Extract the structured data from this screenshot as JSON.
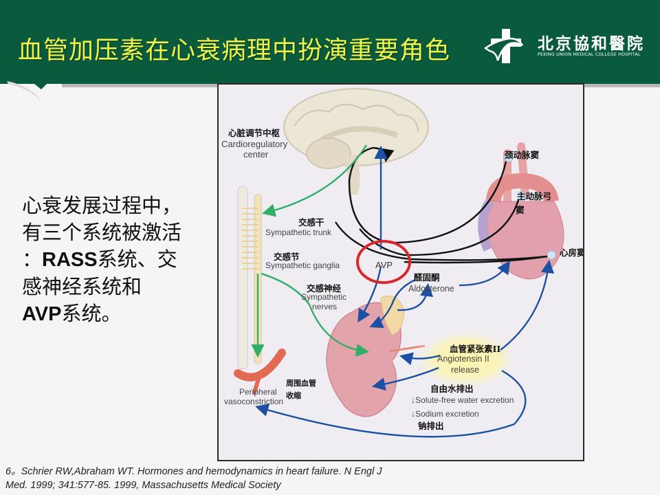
{
  "slide": {
    "title": "血管加压素在心衰病理中扮演重要角色",
    "logo": {
      "name_cn": "北京協和醫院",
      "name_en": "PEKING UNION MEDICAL COLLEGE HOSPITAL",
      "icon": "cross-swallow-logo-icon"
    },
    "body_text": {
      "lines": [
        {
          "text": "心衰发展过程中，"
        },
        {
          "text": "有三个系统被激活"
        },
        {
          "prefix": "：",
          "bold": "RASS",
          "suffix": "系统、交"
        },
        {
          "text": "感神经系统和"
        },
        {
          "bold": "AVP",
          "suffix": "系统。"
        }
      ]
    },
    "citation": {
      "line1": "6。Schrier RW,Abraham WT. Hormones and hemodynamics in heart failure. N Engl J",
      "line2": "Med. 1999; 341:577-85. 1999, Massachusetts Medical Society"
    }
  },
  "diagram": {
    "labels": {
      "cardioregulatory_cn": "心脏调节中枢",
      "cardioregulatory_en1": "Cardioregulatory",
      "cardioregulatory_en2": "center",
      "symp_trunk_cn": "交感干",
      "symp_trunk_en": "Sympathetic trunk",
      "symp_ganglia_cn": "交感节",
      "symp_ganglia_en": "Sympathetic ganglia",
      "symp_nerves_cn": "交感神经",
      "symp_nerves_en1": "Sympathetic",
      "symp_nerves_en2": "nerves",
      "avp": "AVP",
      "aldosterone_cn": "醛固酮",
      "aldosterone_en": "Aldosterone",
      "carotid_sinus_cn": "颈动脉窦",
      "aortic_arch_cn1": "主动脉弓",
      "aortic_arch_cn2": "窦",
      "atrial_cn": "心房窦",
      "angiotensin_cn": "血管紧张素II",
      "angiotensin_en1": "Angiotensin II",
      "angiotensin_en2": "release",
      "free_water_cn": "自由水排出",
      "free_water_en": "↓Solute-free water excretion",
      "sodium_en": "↓Sodium excretion",
      "sodium_cn": "钠排出",
      "peripheral_en1": "Peripheral",
      "peripheral_en2": "vasoconstriction",
      "peripheral_cn1": "周围血管",
      "peripheral_cn2": "收缩"
    },
    "colors": {
      "green_arrow": "#2fae6a",
      "blue_arrow": "#1d4fa3",
      "black_arrow": "#111111",
      "avp_circle": "#d9262b",
      "header_green": "#0a5a3e",
      "title_yellow": "#f2f24a"
    }
  }
}
